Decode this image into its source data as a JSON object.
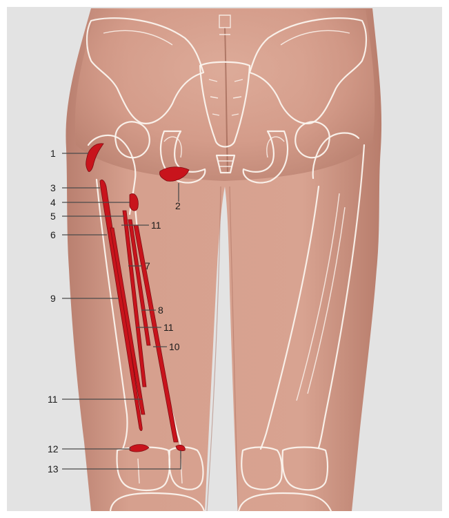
{
  "figure": {
    "skin_color": "#d7a190",
    "bone_outline_color": "#fbf4ee",
    "attachment_color": "#c8141c",
    "background_color": "#e3e3e3",
    "callouts": [
      {
        "id": "c1",
        "label": "1"
      },
      {
        "id": "c2",
        "label": "2"
      },
      {
        "id": "c3",
        "label": "3"
      },
      {
        "id": "c4",
        "label": "4"
      },
      {
        "id": "c5",
        "label": "5"
      },
      {
        "id": "c11a",
        "label": "11"
      },
      {
        "id": "c6",
        "label": "6"
      },
      {
        "id": "c7",
        "label": "7"
      },
      {
        "id": "c9",
        "label": "9"
      },
      {
        "id": "c8",
        "label": "8"
      },
      {
        "id": "c11b",
        "label": "11"
      },
      {
        "id": "c10",
        "label": "10"
      },
      {
        "id": "c11c",
        "label": "11"
      },
      {
        "id": "c12",
        "label": "12"
      },
      {
        "id": "c13",
        "label": "13"
      }
    ]
  }
}
